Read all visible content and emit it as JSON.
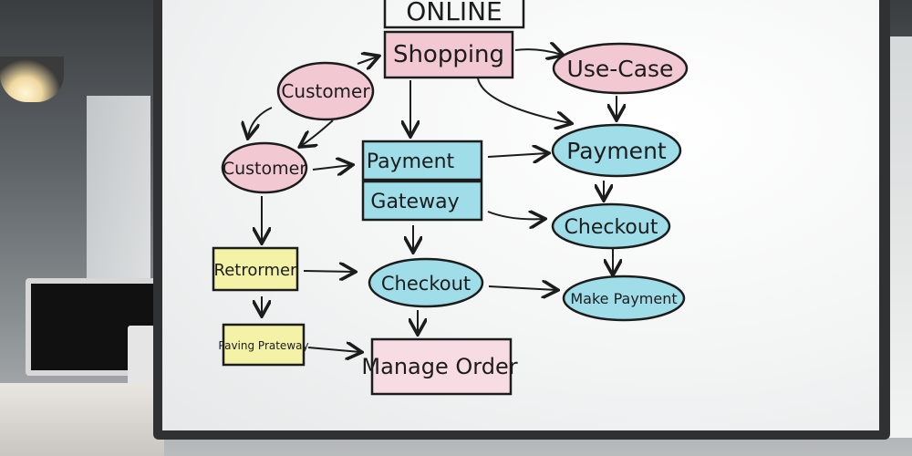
{
  "nodes": {
    "online": "ONLINE",
    "shopping": "Shopping",
    "use_case": "Use-Case",
    "customer_top": "Customer",
    "customer_mid": "Customer",
    "payment_gateway_1": "Payment",
    "payment_gateway_2": "Gateway",
    "payment": "Payment",
    "checkout_right": "Checkout",
    "retrormer": "Retrormer",
    "checkout_center": "Checkout",
    "make_payment": "Make Payment",
    "paving_gateway": "Paving Prateway",
    "manage_order": "Manage Order"
  },
  "colors": {
    "pink": "#f2c9d3",
    "blue": "#9fdde8",
    "yellow": "#f4f2a6",
    "ink": "#1c1c1c"
  }
}
